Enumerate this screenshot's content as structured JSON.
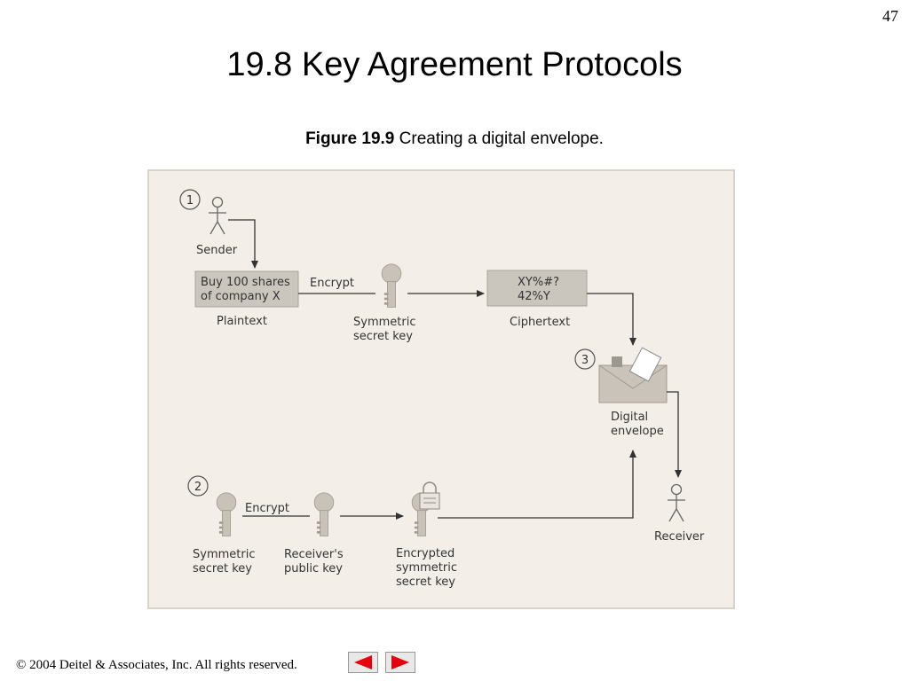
{
  "page": {
    "number": "47"
  },
  "slide": {
    "title": "19.8 Key Agreement Protocols",
    "figure_label": "Figure 19.9",
    "figure_caption": "Creating a digital envelope."
  },
  "diagram": {
    "step1": "1",
    "step2": "2",
    "step3": "3",
    "sender": "Sender",
    "message_line1": "Buy 100 shares",
    "message_line2": "of company X",
    "plaintext": "Plaintext",
    "encrypt_top": "Encrypt",
    "sym_key_top_line1": "Symmetric",
    "sym_key_top_line2": "secret key",
    "cipher_line1": "XY%#?",
    "cipher_line2": "42%Y",
    "ciphertext": "Ciphertext",
    "envelope_line1": "Digital",
    "envelope_line2": "envelope",
    "receiver": "Receiver",
    "encrypt_bottom": "Encrypt",
    "sym_key_bottom_line1": "Symmetric",
    "sym_key_bottom_line2": "secret key",
    "pub_key_line1": "Receiver's",
    "pub_key_line2": "public key",
    "enc_key_line1": "Encrypted",
    "enc_key_line2": "symmetric",
    "enc_key_line3": "secret key"
  },
  "footer": {
    "copyright": "© 2004 Deitel & Associates, Inc.  All rights reserved."
  },
  "colors": {
    "panel": "#f3efe8",
    "key": "#c8c2b8",
    "box": "#cbc6bd",
    "nav_arrow": "#e8000b"
  },
  "icons": {
    "prev": "previous-slide-icon",
    "next": "next-slide-icon"
  }
}
